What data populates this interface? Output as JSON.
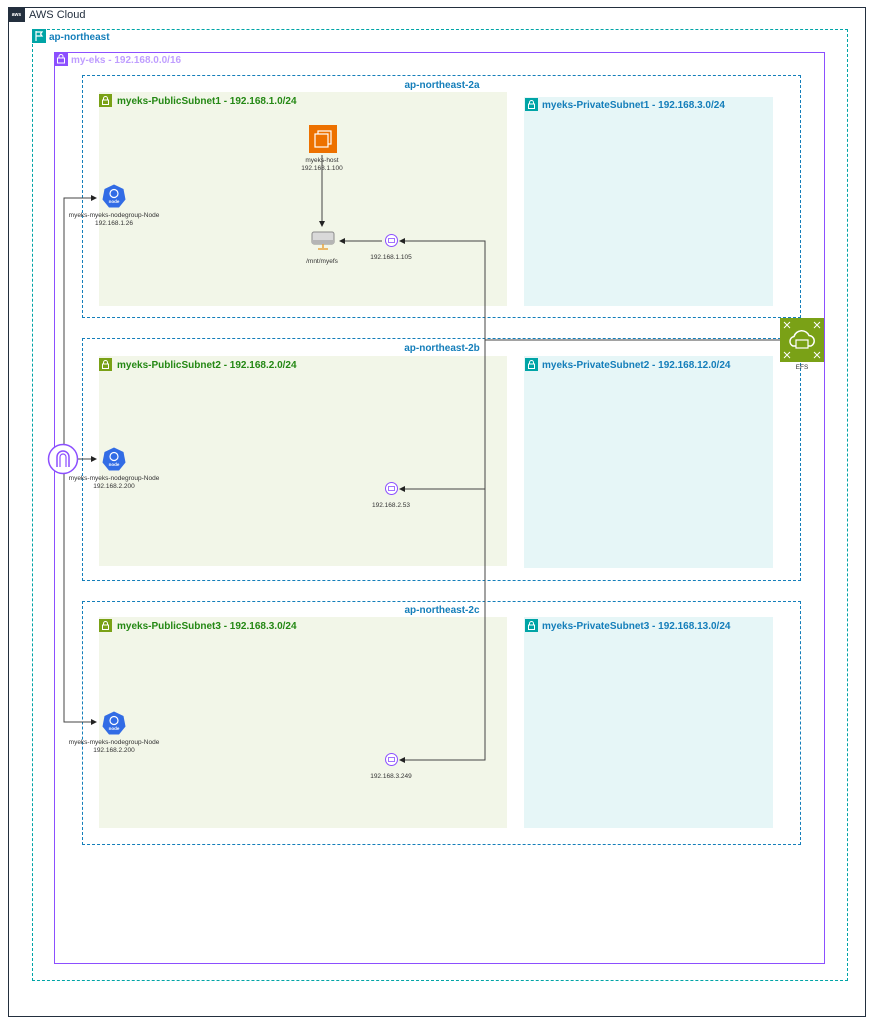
{
  "cloud": {
    "badge": "aws",
    "title": "AWS Cloud"
  },
  "region": {
    "title": "ap-northeast"
  },
  "vpc": {
    "title": "my-eks - 192.168.0.0/16"
  },
  "azs": [
    {
      "title": "ap-northeast-2a",
      "public_subnet": "myeks-PublicSubnet1 - 192.168.1.0/24",
      "private_subnet": "myeks-PrivateSubnet1 - 192.168.3.0/24",
      "node": {
        "name": "myeks-myeks-nodegroup-Node",
        "ip": "192.168.1.26"
      },
      "eni_ip": "192.168.1.105"
    },
    {
      "title": "ap-northeast-2b",
      "public_subnet": "myeks-PublicSubnet2 - 192.168.2.0/24",
      "private_subnet": "myeks-PrivateSubnet2 - 192.168.12.0/24",
      "node": {
        "name": "myeks-myeks-nodegroup-Node",
        "ip": "192.168.2.200"
      },
      "eni_ip": "192.168.2.53"
    },
    {
      "title": "ap-northeast-2c",
      "public_subnet": "myeks-PublicSubnet3 - 192.168.3.0/24",
      "private_subnet": "myeks-PrivateSubnet3 - 192.168.13.0/24",
      "node": {
        "name": "myeks-myeks-nodegroup-Node",
        "ip": "192.168.2.200"
      },
      "eni_ip": "192.168.3.249"
    }
  ],
  "host": {
    "name": "myeks-host",
    "ip": "192.168.1.100"
  },
  "mount": {
    "label": "/mnt/myefs"
  },
  "efs": {
    "label": "EFS"
  },
  "node_badge_text": "node",
  "icons": {
    "cloud": "aws-cloud-icon",
    "region": "region-flag-icon",
    "vpc": "vpc-icon",
    "subnet": "lock-icon",
    "node": "kubernetes-node-icon",
    "host": "ec2-instance-icon",
    "mount": "file-system-icon",
    "eni": "network-interface-icon",
    "igw": "internet-gateway-icon",
    "efs": "efs-icon"
  },
  "colors": {
    "aws_dark": "#232f3e",
    "region": "#00a4a6",
    "vpc": "#8c4fff",
    "az": "#147eba",
    "public_subnet_fill": "#f2f6e8",
    "public_subnet_text": "#248814",
    "private_subnet_fill": "#e6f6f7",
    "private_subnet_text": "#147eba",
    "ec2": "#ed7100",
    "efs": "#7aa116",
    "k8s": "#326ce5"
  }
}
